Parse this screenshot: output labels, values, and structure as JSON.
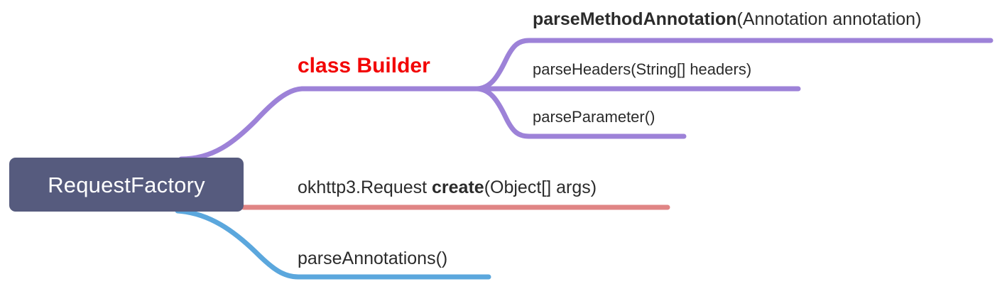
{
  "diagram": {
    "type": "mindmap",
    "background": "#ffffff",
    "root": {
      "label": "RequestFactory",
      "fill": "#565b7e",
      "text_color": "#ffffff"
    },
    "colors": {
      "purple": "#9d82d8",
      "red": "#e08585",
      "blue": "#5ba7dd",
      "class_label": "#f20505",
      "text": "#2b2b2b"
    },
    "branches": [
      {
        "id": "builder",
        "color": "#9d82d8",
        "label": "class Builder",
        "label_color": "#f20505",
        "label_bold": true,
        "children": [
          {
            "id": "parse-method-annotation",
            "color": "#9d82d8",
            "name": "parseMethodAnnotation",
            "params": "(Annotation annotation)",
            "name_bold": true
          },
          {
            "id": "parse-headers",
            "color": "#9d82d8",
            "name": "parseHeaders",
            "params": "(String[] headers)",
            "name_bold": false
          },
          {
            "id": "parse-parameter",
            "color": "#9d82d8",
            "name": "parseParameter",
            "params": "()",
            "name_bold": false
          }
        ]
      },
      {
        "id": "create",
        "color": "#e08585",
        "prefix": "okhttp3.Request ",
        "name": "create",
        "params": "(Object[] args)",
        "name_bold": true
      },
      {
        "id": "parse-annotations",
        "color": "#5ba7dd",
        "prefix": "",
        "name": "parseAnnotations",
        "params": "()",
        "name_bold": false
      }
    ]
  }
}
